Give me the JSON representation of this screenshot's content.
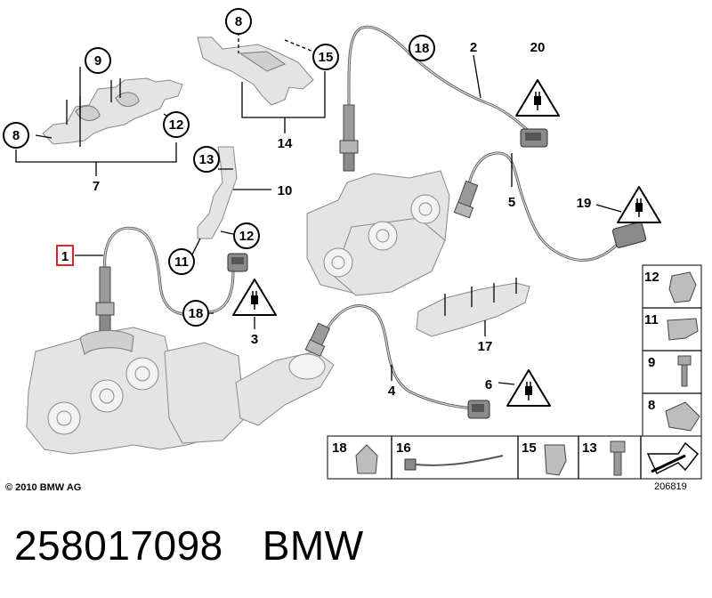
{
  "labels": {
    "l1": "1",
    "l2": "2",
    "l3": "3",
    "l4": "4",
    "l5": "5",
    "l6": "6",
    "l7": "7",
    "l8a": "8",
    "l8b": "8",
    "l9": "9",
    "l10": "10",
    "l11": "11",
    "l12a": "12",
    "l12b": "12",
    "l13": "13",
    "l14": "14",
    "l15": "15",
    "l17": "17",
    "l18a": "18",
    "l18b": "18",
    "l19": "19",
    "l20": "20"
  },
  "side_panel": [
    "12",
    "11",
    "9",
    "8"
  ],
  "bottom_panel": [
    "18",
    "16",
    "15",
    "13"
  ],
  "copyright": "© 2010 BMW AG",
  "diagram_ref": "206819",
  "part_number": "258017098",
  "brand": "BMW",
  "colors": {
    "highlight_box": "#d9262b"
  }
}
